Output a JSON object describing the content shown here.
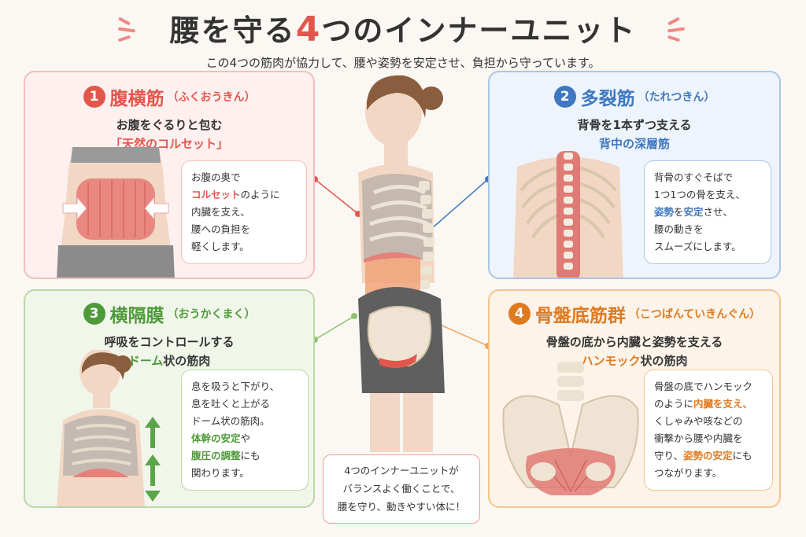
{
  "header": {
    "title_before": "腰を守る",
    "title_accent": "4",
    "title_after": "つのインナーユニット",
    "subtitle": "この4つの筋肉が協力して、腰や姿勢を安定させ、負担から守っています。"
  },
  "cards": [
    {
      "number": "1",
      "name": "腹横筋",
      "reading": "（ふくおうきん）",
      "line1": "お腹をぐるりと包む",
      "line2": "「天然のコルセット」",
      "bubble": [
        [
          {
            "t": "お腹の奥で"
          }
        ],
        [
          {
            "t": "コルセット",
            "hl": true
          },
          {
            "t": "のように"
          }
        ],
        [
          {
            "t": "内臓を支え、"
          }
        ],
        [
          {
            "t": "腰への負担を"
          }
        ],
        [
          {
            "t": "軽くします。"
          }
        ]
      ],
      "color": "#e2574c"
    },
    {
      "number": "2",
      "name": "多裂筋",
      "reading": "（たれつきん）",
      "line1": "背骨を1本ずつ支える",
      "line2": "背中の深層筋",
      "bubble": [
        [
          {
            "t": "背骨のすぐそばで"
          }
        ],
        [
          {
            "t": "1つ1つの骨を支え、"
          }
        ],
        [
          {
            "t": "姿勢",
            "hl": true
          },
          {
            "t": "を"
          },
          {
            "t": "安定",
            "hl": true
          },
          {
            "t": "させ、"
          }
        ],
        [
          {
            "t": "腰の動きを"
          }
        ],
        [
          {
            "t": "スムーズにします。"
          }
        ]
      ],
      "color": "#3f78c0"
    },
    {
      "number": "3",
      "name": "横隔膜",
      "reading": "（おうかくまく）",
      "line1": "呼吸をコントロールする",
      "line2_hl": "ドーム",
      "line2_rest": "状の筋肉",
      "bubble": [
        [
          {
            "t": "息を吸うと下がり、"
          }
        ],
        [
          {
            "t": "息を吐くと上がる"
          }
        ],
        [
          {
            "t": "ドーム状の筋肉。"
          }
        ],
        [
          {
            "t": "体幹の安定",
            "hl": true
          },
          {
            "t": "や"
          }
        ],
        [
          {
            "t": "腹圧の調整",
            "hl": true
          },
          {
            "t": "にも"
          }
        ],
        [
          {
            "t": "関わります。"
          }
        ]
      ],
      "color": "#4e9a3a"
    },
    {
      "number": "4",
      "name": "骨盤底筋群",
      "reading": "（こつばんていきんぐん）",
      "line1": "骨盤の底から内臓と姿勢を支える",
      "line2_hl": "ハンモック",
      "line2_rest": "状の筋肉",
      "bubble": [
        [
          {
            "t": "骨盤の底でハンモック"
          }
        ],
        [
          {
            "t": "のように"
          },
          {
            "t": "内臓を支え、",
            "hl": true
          }
        ],
        [
          {
            "t": "くしゃみや咳などの"
          }
        ],
        [
          {
            "t": "衝撃から腰や内臓を"
          }
        ],
        [
          {
            "t": "守り、"
          },
          {
            "t": "姿勢の安定",
            "hl": true
          },
          {
            "t": "にも"
          }
        ],
        [
          {
            "t": "つながります。"
          }
        ]
      ],
      "color": "#e07a1f"
    }
  ],
  "center_box": {
    "lines": [
      "4つのインナーユニットが",
      "バランスよく働くことで、",
      "腰を守り、動きやすい体に！"
    ]
  },
  "colors": {
    "red": "#e2574c",
    "blue": "#3f78c0",
    "green": "#4e9a3a",
    "orange": "#e07a1f"
  }
}
